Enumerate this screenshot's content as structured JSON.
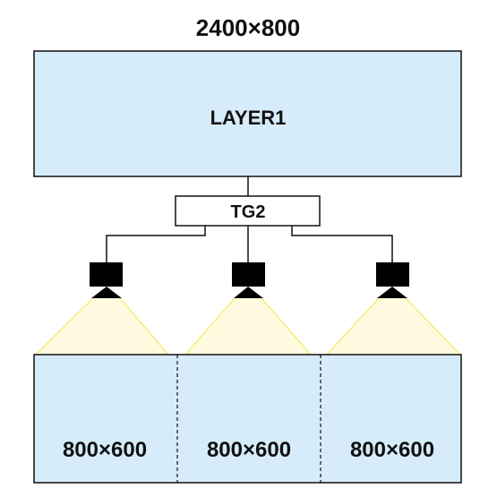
{
  "canvas_title": "2400×800",
  "layer": {
    "label": "LAYER1"
  },
  "tg": {
    "label": "TG2"
  },
  "outputs": [
    {
      "label": "800×600"
    },
    {
      "label": "800×600"
    },
    {
      "label": "800×600"
    }
  ],
  "colors": {
    "box_fill": "#d6ecfb",
    "stroke": "#111111",
    "beam_fill": "#fffbe0",
    "beam_edge": "#f2ec5a",
    "projector": "#000000"
  },
  "icons": {
    "projector": "projector-icon"
  }
}
